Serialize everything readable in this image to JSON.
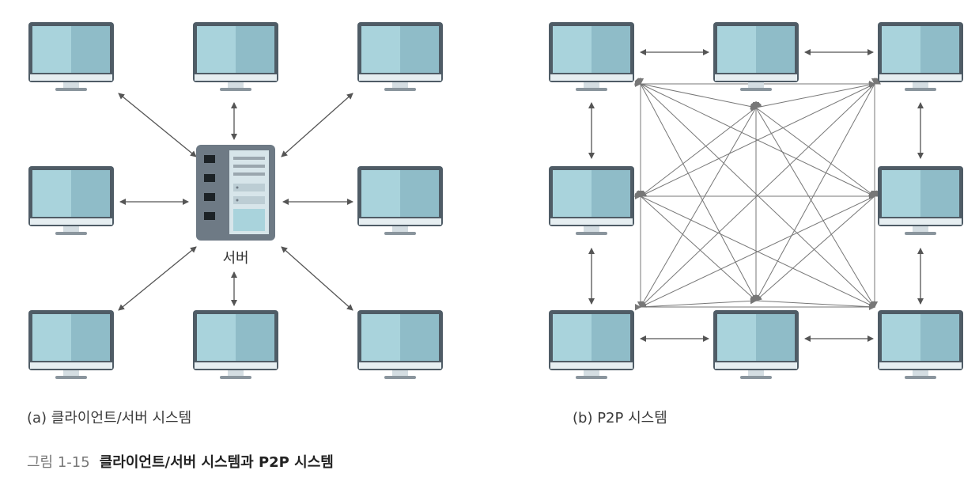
{
  "diagram": {
    "server_label": "서버",
    "caption_a": "(a) 클라이언트/서버 시스템",
    "caption_b": "(b) P2P 시스템",
    "figure_number": "그림 1-15",
    "figure_title": "클라이언트/서버 시스템과 P2P 시스템"
  },
  "colors": {
    "monitor_frame": "#4f5c66",
    "screen_left": "#a9d3dc",
    "screen_right": "#8fbcc8",
    "monitor_chin": "#e6eef1",
    "monitor_stand": "#8a959d",
    "server_body": "#6e7a85",
    "server_panel": "#d7e5ea",
    "arrow": "#555555",
    "mesh_line": "#777777"
  }
}
